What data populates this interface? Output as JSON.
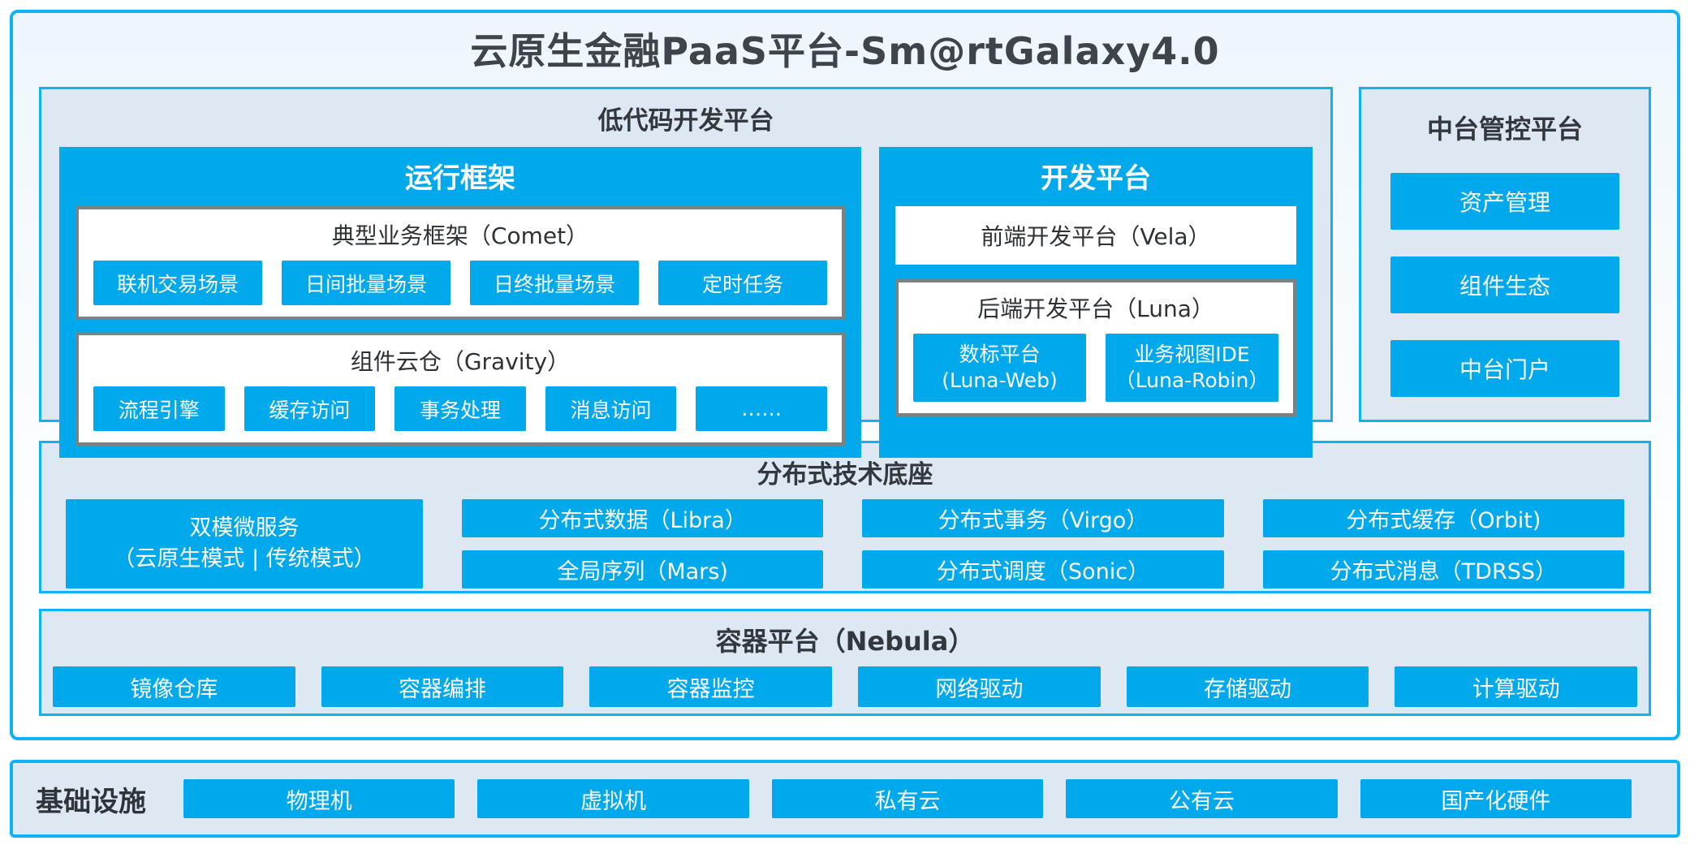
{
  "page": {
    "title": "云原生金融PaaS平台-Sm@rtGalaxy4.0"
  },
  "colors": {
    "accent_blue": "#00a8ec",
    "border_cyan": "#0db3f3",
    "panel_bg": "#dde8f3",
    "box_border_gray": "#7c8184",
    "dark_text": "#32383d",
    "white": "#ffffff"
  },
  "low_code": {
    "title": "低代码开发平台",
    "runtime": {
      "title": "运行框架",
      "comet": {
        "title": "典型业务框架（Comet）",
        "items": [
          "联机交易场景",
          "日间批量场景",
          "日终批量场景",
          "定时任务"
        ]
      },
      "gravity": {
        "title": "组件云仓（Gravity）",
        "items": [
          "流程引擎",
          "缓存访问",
          "事务处理",
          "消息访问",
          "……"
        ]
      }
    },
    "dev": {
      "title": "开发平台",
      "vela": "前端开发平台（Vela）",
      "luna": {
        "title": "后端开发平台（Luna）",
        "items": [
          {
            "top": "数标平台",
            "bottom": "(Luna-Web)"
          },
          {
            "top": "业务视图IDE",
            "bottom": "（Luna-Robin）"
          }
        ]
      }
    }
  },
  "mid_platform": {
    "title": "中台管控平台",
    "items": [
      "资产管理",
      "组件生态",
      "中台门户"
    ]
  },
  "distributed": {
    "title": "分布式技术底座",
    "dual_mode": {
      "top": "双模微服务",
      "bottom": "（云原生模式 | 传统模式）"
    },
    "columns": [
      {
        "top": "分布式数据（Libra）",
        "bottom": "全局序列（Mars)"
      },
      {
        "top": "分布式事务（Virgo）",
        "bottom": "分布式调度（Sonic）"
      },
      {
        "top": "分布式缓存（Orbit)",
        "bottom": "分布式消息（TDRSS）"
      }
    ]
  },
  "container_platform": {
    "title": "容器平台（Nebula）",
    "items": [
      "镜像仓库",
      "容器编排",
      "容器监控",
      "网络驱动",
      "存储驱动",
      "计算驱动"
    ]
  },
  "infrastructure": {
    "title": "基础设施",
    "items": [
      "物理机",
      "虚拟机",
      "私有云",
      "公有云",
      "国产化硬件"
    ]
  }
}
